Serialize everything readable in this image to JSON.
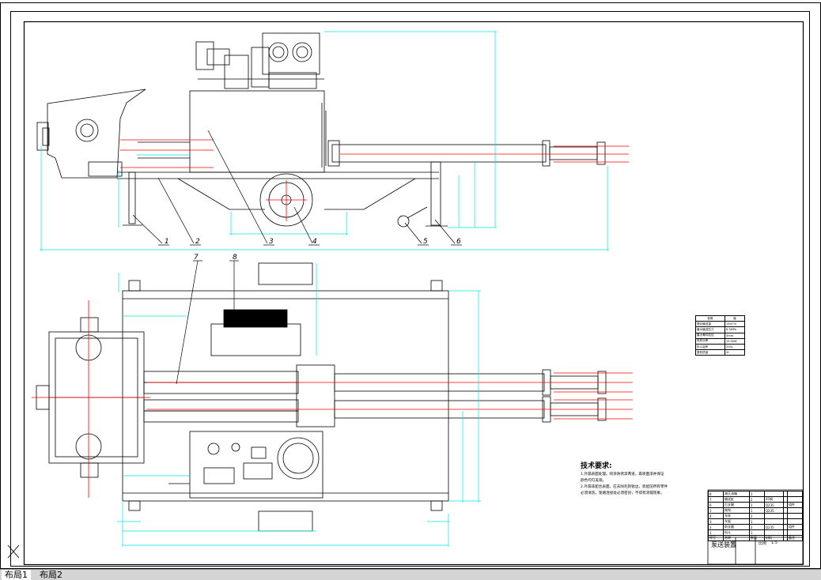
{
  "tabs": [
    {
      "label": "布局1",
      "active": true
    },
    {
      "label": "布局2",
      "active": false
    }
  ],
  "leader_labels": [
    "1",
    "2",
    "3",
    "4",
    "5",
    "6",
    "7",
    "8"
  ],
  "tech_notes": {
    "title": "技术要求:",
    "lines": [
      "1.外漏表面处理，喷涂防锈漆两道，再喷面漆并保证",
      "颜色均匀美观。",
      "2.外漏非配合表面，应去除毛刺锐边，装配前所有零件",
      "必须清洗，管路连接处必须密封，不得有渗漏现象。"
    ]
  },
  "param_table": {
    "header": [
      "参数",
      "值"
    ],
    "rows": [
      [
        "理论输送量",
        "15m³/h"
      ],
      [
        "最大输送压力",
        "6.3MPa"
      ],
      [
        "最大骨料粒径",
        "5mm"
      ],
      [
        "电机功率",
        "15.5kW"
      ],
      [
        "料斗容积",
        "200L"
      ],
      [
        "整机质量",
        "2t"
      ]
    ]
  },
  "bom": {
    "rows": [
      [
        "8",
        "液压油箱",
        "1",
        "",
        "",
        ""
      ],
      [
        "7",
        "输送缸",
        "2",
        "45钢",
        "",
        ""
      ],
      [
        "6",
        "后支腿",
        "2",
        "Q235",
        "",
        "组件"
      ],
      [
        "5",
        "拖钩",
        "1",
        "Q235",
        "",
        ""
      ],
      [
        "4",
        "车轮",
        "2",
        "",
        "",
        ""
      ],
      [
        "3",
        "车架",
        "1",
        "",
        "",
        ""
      ],
      [
        "2",
        "前支腿",
        "2",
        "Q235",
        "",
        "组件"
      ],
      [
        "1",
        "料斗",
        "1",
        "",
        "",
        ""
      ],
      [
        "序号",
        "名称",
        "数量",
        "材料",
        "",
        "备注"
      ]
    ]
  },
  "title_block": {
    "title": "泵送装置",
    "scale_label": "比例",
    "scale": "1:5"
  },
  "colors": {
    "outline": "#000000",
    "dimension": "#00e5e5",
    "centerline": "#ff0000",
    "tab_bg": "#d4d4d4"
  }
}
